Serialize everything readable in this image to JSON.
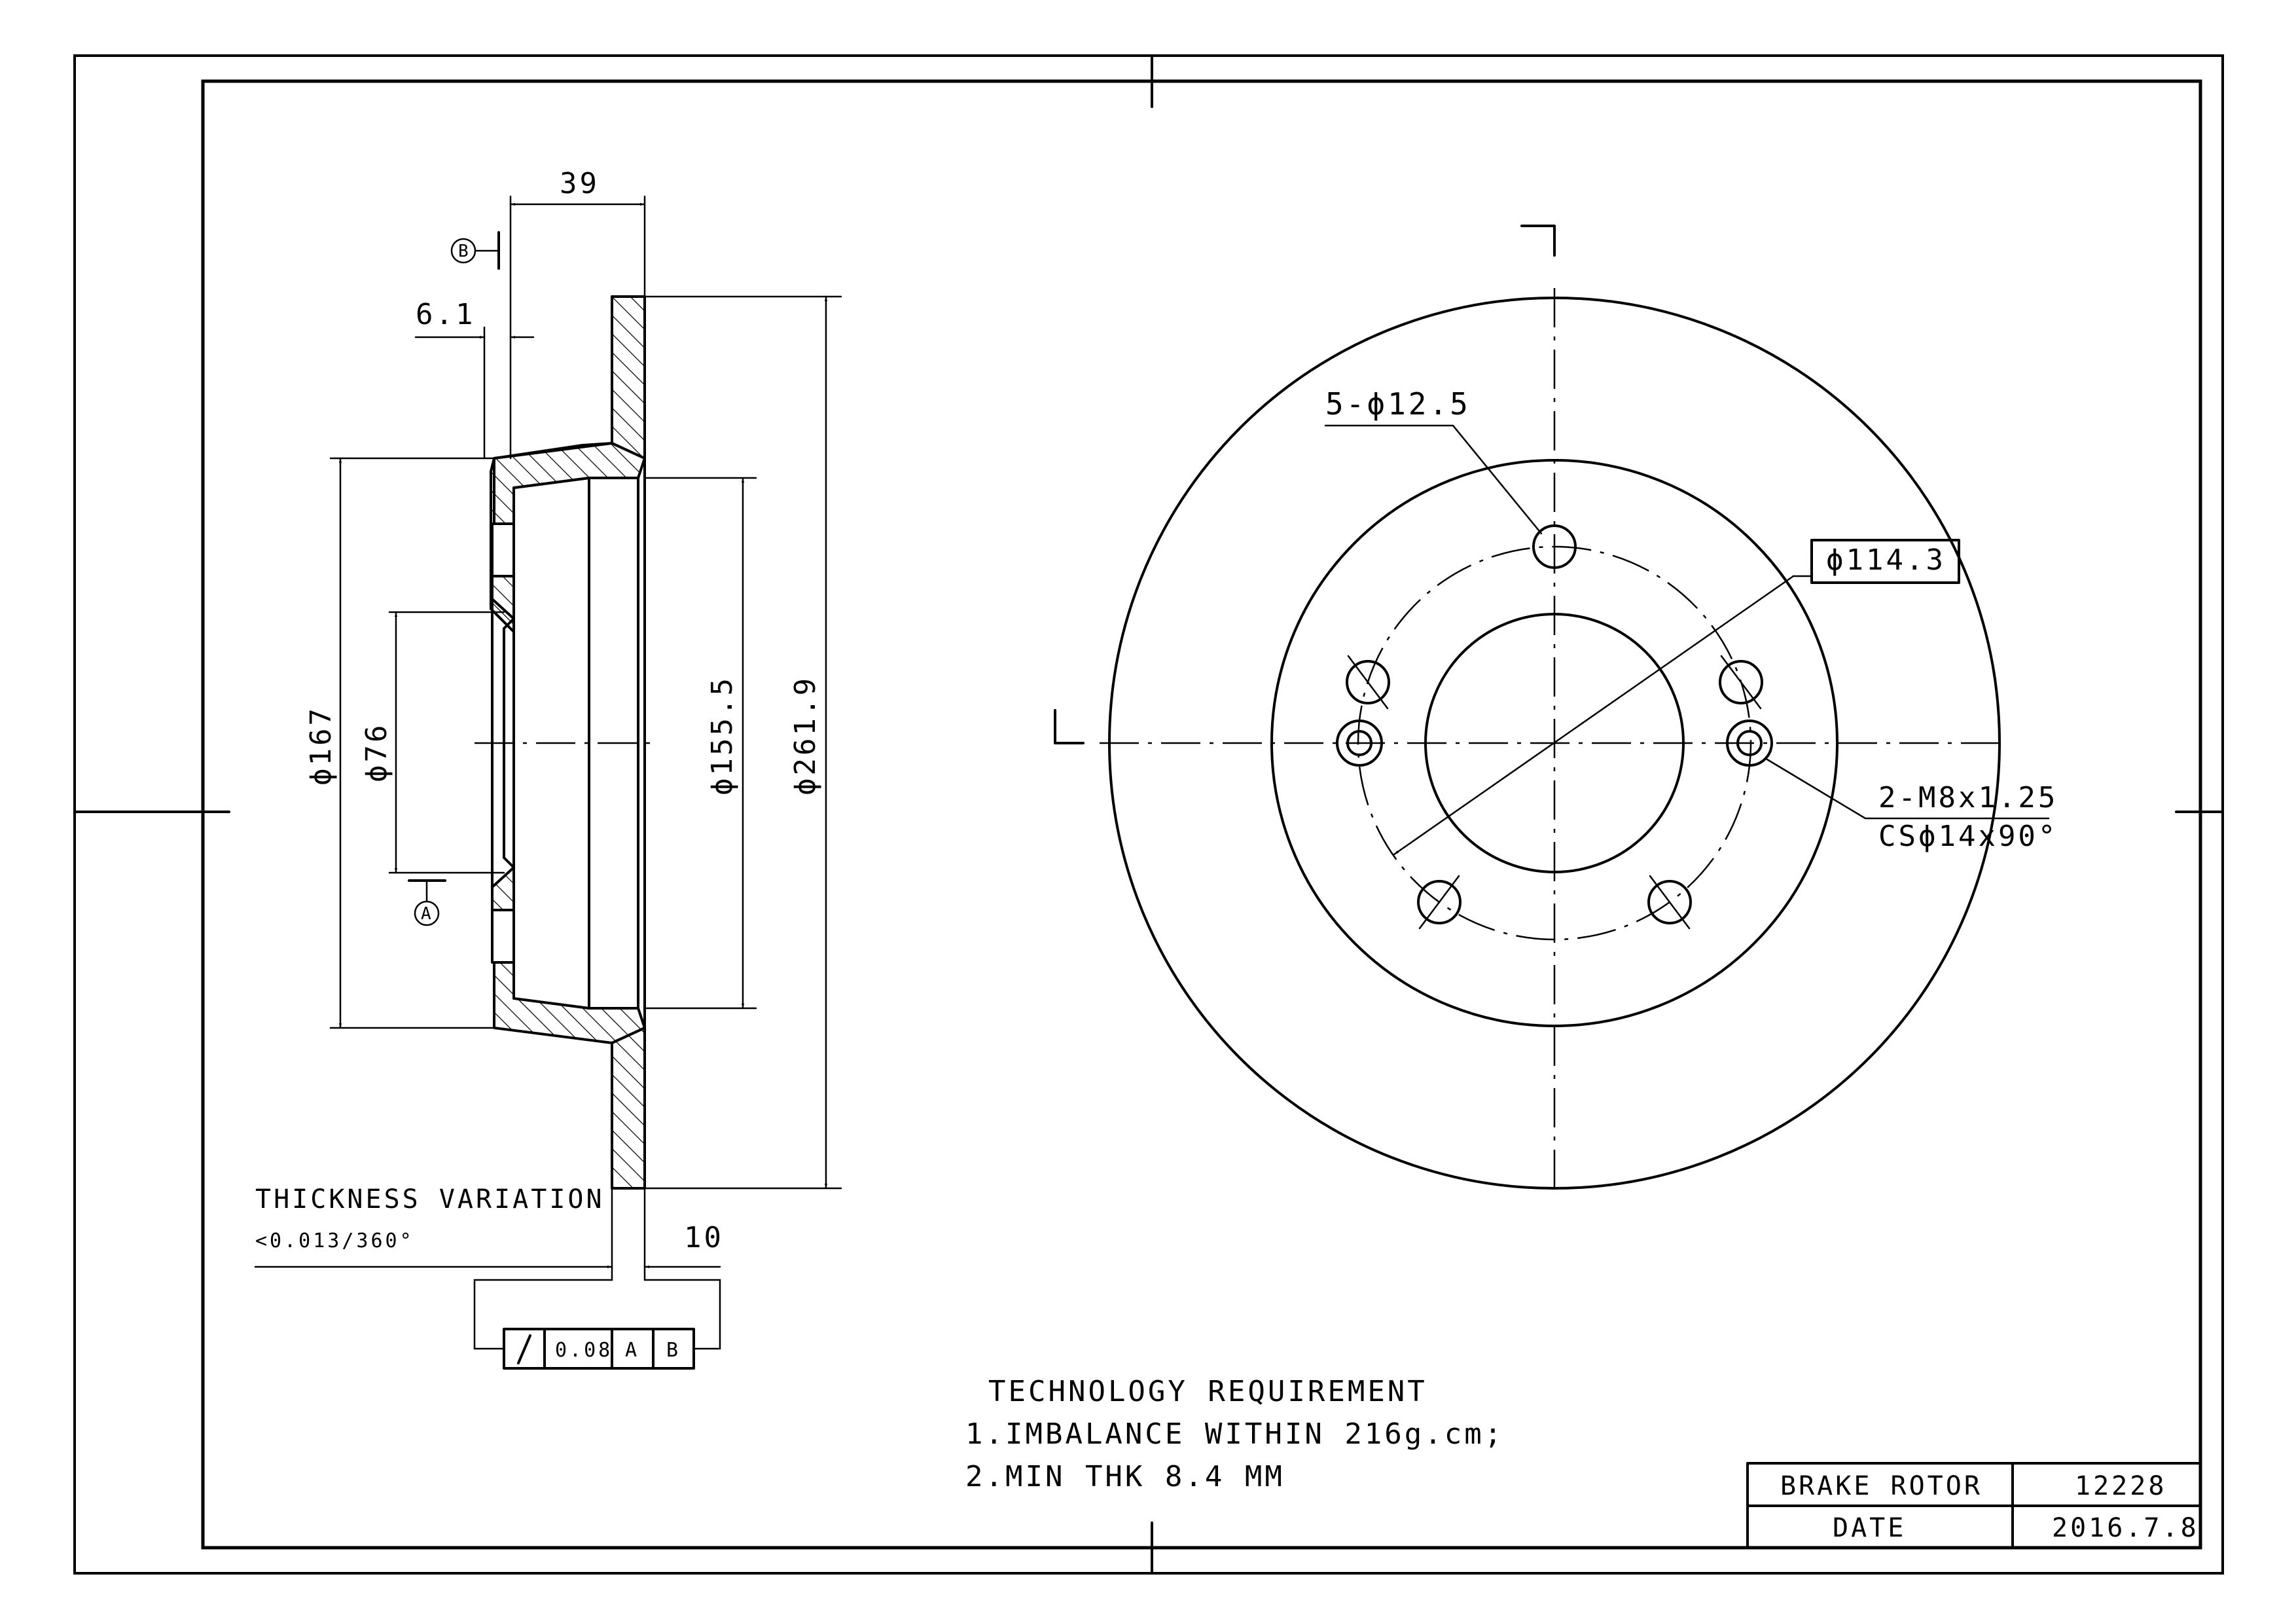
{
  "dimensions": {
    "width_39": "39",
    "flange_6_1": "6.1",
    "d167": "ϕ167",
    "d76": "ϕ76",
    "d155_5": "ϕ155.5",
    "d261_9": "ϕ261.9",
    "offset_10": "10",
    "holes": "5-ϕ12.5",
    "pcd": "ϕ114.3",
    "thread_1": "2-M8x1.25",
    "thread_2": "CSϕ14x90°"
  },
  "datums": {
    "a": "A",
    "b": "B"
  },
  "thickness": {
    "label": "THICKNESS VARIATION",
    "value": "<0.013/360°"
  },
  "tolerance": {
    "value": "0.08",
    "datum_a": "A",
    "datum_b": "B"
  },
  "notes": {
    "heading": "TECHNOLOGY REQUIREMENT",
    "line1": "1.IMBALANCE WITHIN 216g.cm;",
    "line2": "2.MIN THK 8.4 MM"
  },
  "title_block": {
    "part_name": "BRAKE ROTOR",
    "part_number": "12228",
    "date_label": "DATE",
    "date_value": "2016.7.8"
  }
}
